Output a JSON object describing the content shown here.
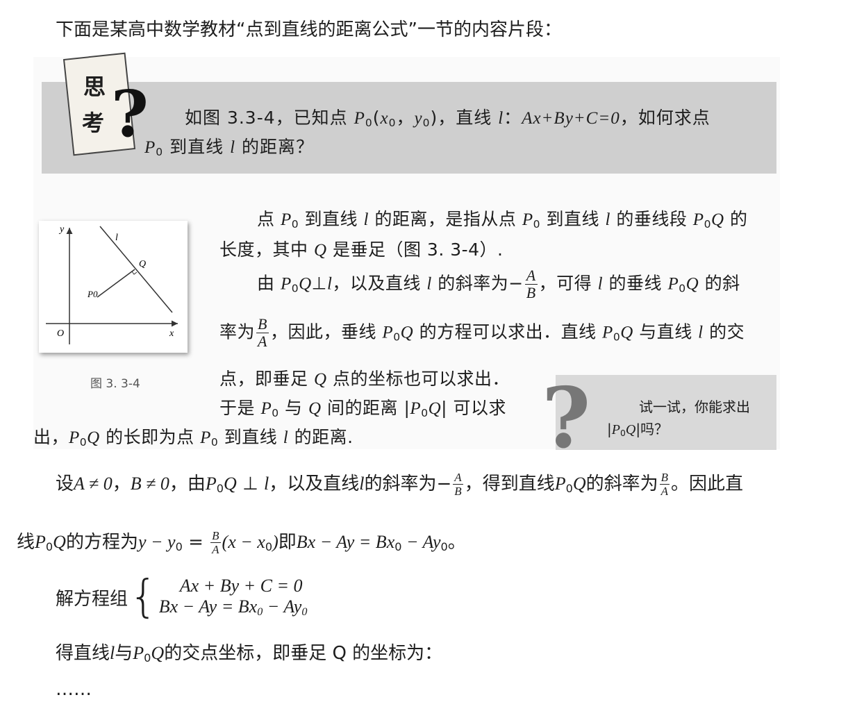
{
  "intro": "下面是某高中数学教材“点到直线的距离公式”一节的内容片段：",
  "think": {
    "card_char1": "思",
    "card_char2": "考",
    "line1_a": "如图 3.3-4，已知点 ",
    "line1_b": "，直线 ",
    "line1_c": "：",
    "line1_d": "，如何求点",
    "line2_b": " 到直线 ",
    "line2_c": " 的距离？"
  },
  "figure": {
    "caption": "图 3. 3-4",
    "label_y": "y",
    "label_x": "x",
    "label_o": "O",
    "label_l": "l",
    "label_q": "Q",
    "label_p0": "P0"
  },
  "textbook": {
    "p1_a": "点 ",
    "p1_b": " 到直线 ",
    "p1_c": " 的距离，是指从点 ",
    "p1_d": " 到直线 ",
    "p1_e": " 的垂线段 ",
    "p1_f": " 的",
    "p2_a": "长度，其中 ",
    "p2_b": " 是垂足（图 3. 3-4）.",
    "p3_a": "由 ",
    "p3_b": "，以及直线 ",
    "p3_c": " 的斜率为",
    "p3_d": "，可得 ",
    "p3_e": " 的垂线 ",
    "p3_f": " 的斜",
    "p4_a": "率为",
    "p4_b": "，因此，垂线 ",
    "p4_c": " 的方程可以求出．直线 ",
    "p4_d": " 与直线 ",
    "p4_e": " 的交",
    "p5_a": "点，即垂足 ",
    "p5_b": " 点的坐标也可以求出．",
    "p6_a": "于是 ",
    "p6_b": " 与 ",
    "p6_c": " 间的距离 ",
    "p6_d": " 可以求",
    "p7_a": "出，",
    "p7_b": " 的长即为点 ",
    "p7_c": " 到直线 ",
    "p7_d": " 的距离."
  },
  "tip": {
    "line1": "试一试，你能求出",
    "line2_b": "吗？"
  },
  "solution": {
    "s1_a": "设",
    "s1_b": "，",
    "s1_c": "，由",
    "s1_d": "，以及直线",
    "s1_e": "的斜率为",
    "s1_f": "，得到直线",
    "s1_g": "的斜率为",
    "s1_h": "。因此直",
    "s2_a": "线",
    "s2_b": "的方程为",
    "s2_c": "即",
    "s2_d": "。",
    "s3_a": "解方程组",
    "s3_eq1": "Ax + By + C = 0",
    "s3_eq2a": "Bx − Ay = Bx",
    "s3_eq2b": " − Ay",
    "s4_a": "得直线",
    "s4_b": "与",
    "s4_c": "的交点坐标，即垂足 Q 的坐标为：",
    "dots": "……"
  },
  "math": {
    "P": "P",
    "sub0": "0",
    "Q": "Q",
    "l": "l",
    "x": "x",
    "y": "y",
    "P0Q": "P",
    "point_open": "(",
    "comma": "，",
    "point_close": ")",
    "line_eq": "Ax+By+C=0",
    "perp": "⊥",
    "minus": "−",
    "A": "A",
    "B": "B",
    "abs_open": "|",
    "abs_close": "|",
    "a_ne_0": "A ≠ 0",
    "b_ne_0": "B ≠ 0",
    "perp_rel": " ⊥ ",
    "eq_lhs": "y − y",
    "eq_mid": " = ",
    "eq_rhs_open": "(x − x",
    "eq_rhs_close": ")",
    "eq2_lhs": "Bx − Ay = Bx",
    "eq2_rhs": " − Ay"
  }
}
